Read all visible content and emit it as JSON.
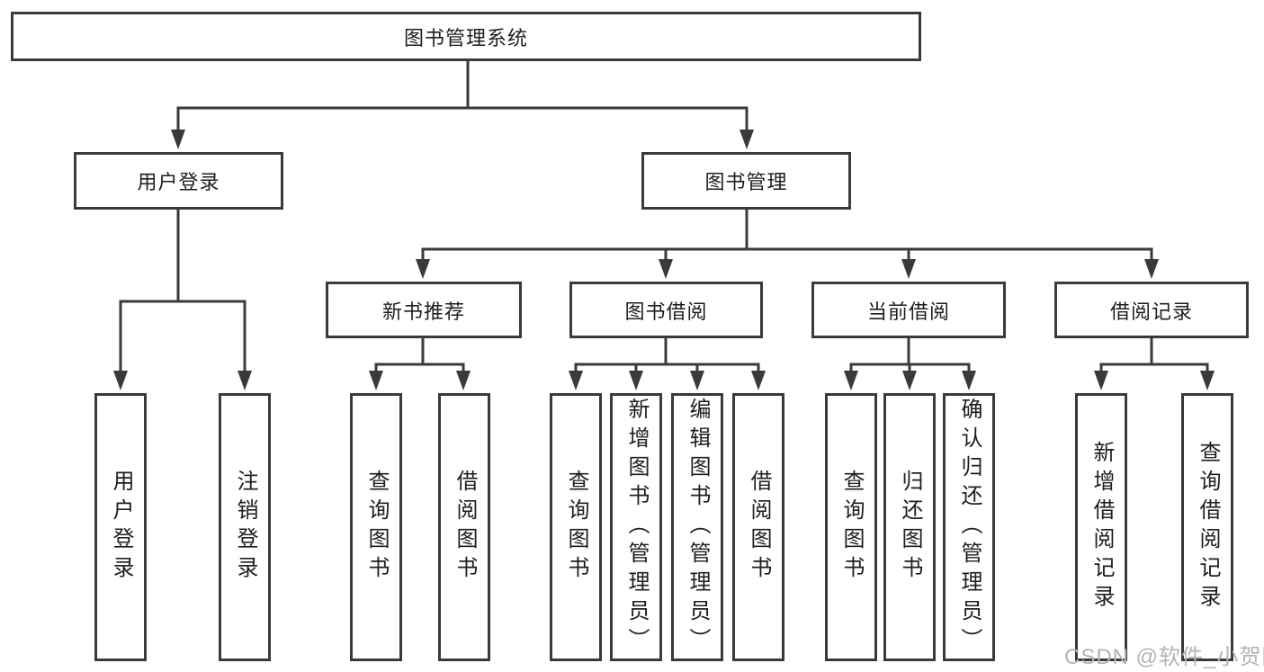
{
  "title": "图书管理系统",
  "watermark": "CSDN @软件_小贺同学",
  "colors": {
    "line": "#3a3a3a",
    "box_border": "#3a3a3a",
    "text": "#1e1e1e",
    "watermark": "#b3b3b3",
    "background": "#ffffff"
  },
  "tree": {
    "root": {
      "label": "图书管理系统"
    },
    "children": [
      {
        "label": "用户登录",
        "children": [
          {
            "label": "用户登录"
          },
          {
            "label": "注销登录"
          }
        ]
      },
      {
        "label": "图书管理",
        "children": [
          {
            "label": "新书推荐",
            "children": [
              {
                "label": "查询图书"
              },
              {
                "label": "借阅图书"
              }
            ]
          },
          {
            "label": "图书借阅",
            "children": [
              {
                "label": "查询图书"
              },
              {
                "label": "新增图书（管理员）"
              },
              {
                "label": "编辑图书（管理员）"
              },
              {
                "label": "借阅图书"
              }
            ]
          },
          {
            "label": "当前借阅",
            "children": [
              {
                "label": "查询图书"
              },
              {
                "label": "归还图书"
              },
              {
                "label": "确认归还（管理员）"
              }
            ]
          },
          {
            "label": "借阅记录",
            "children": [
              {
                "label": "新增借阅记录"
              },
              {
                "label": "查询借阅记录"
              }
            ]
          }
        ]
      }
    ]
  }
}
